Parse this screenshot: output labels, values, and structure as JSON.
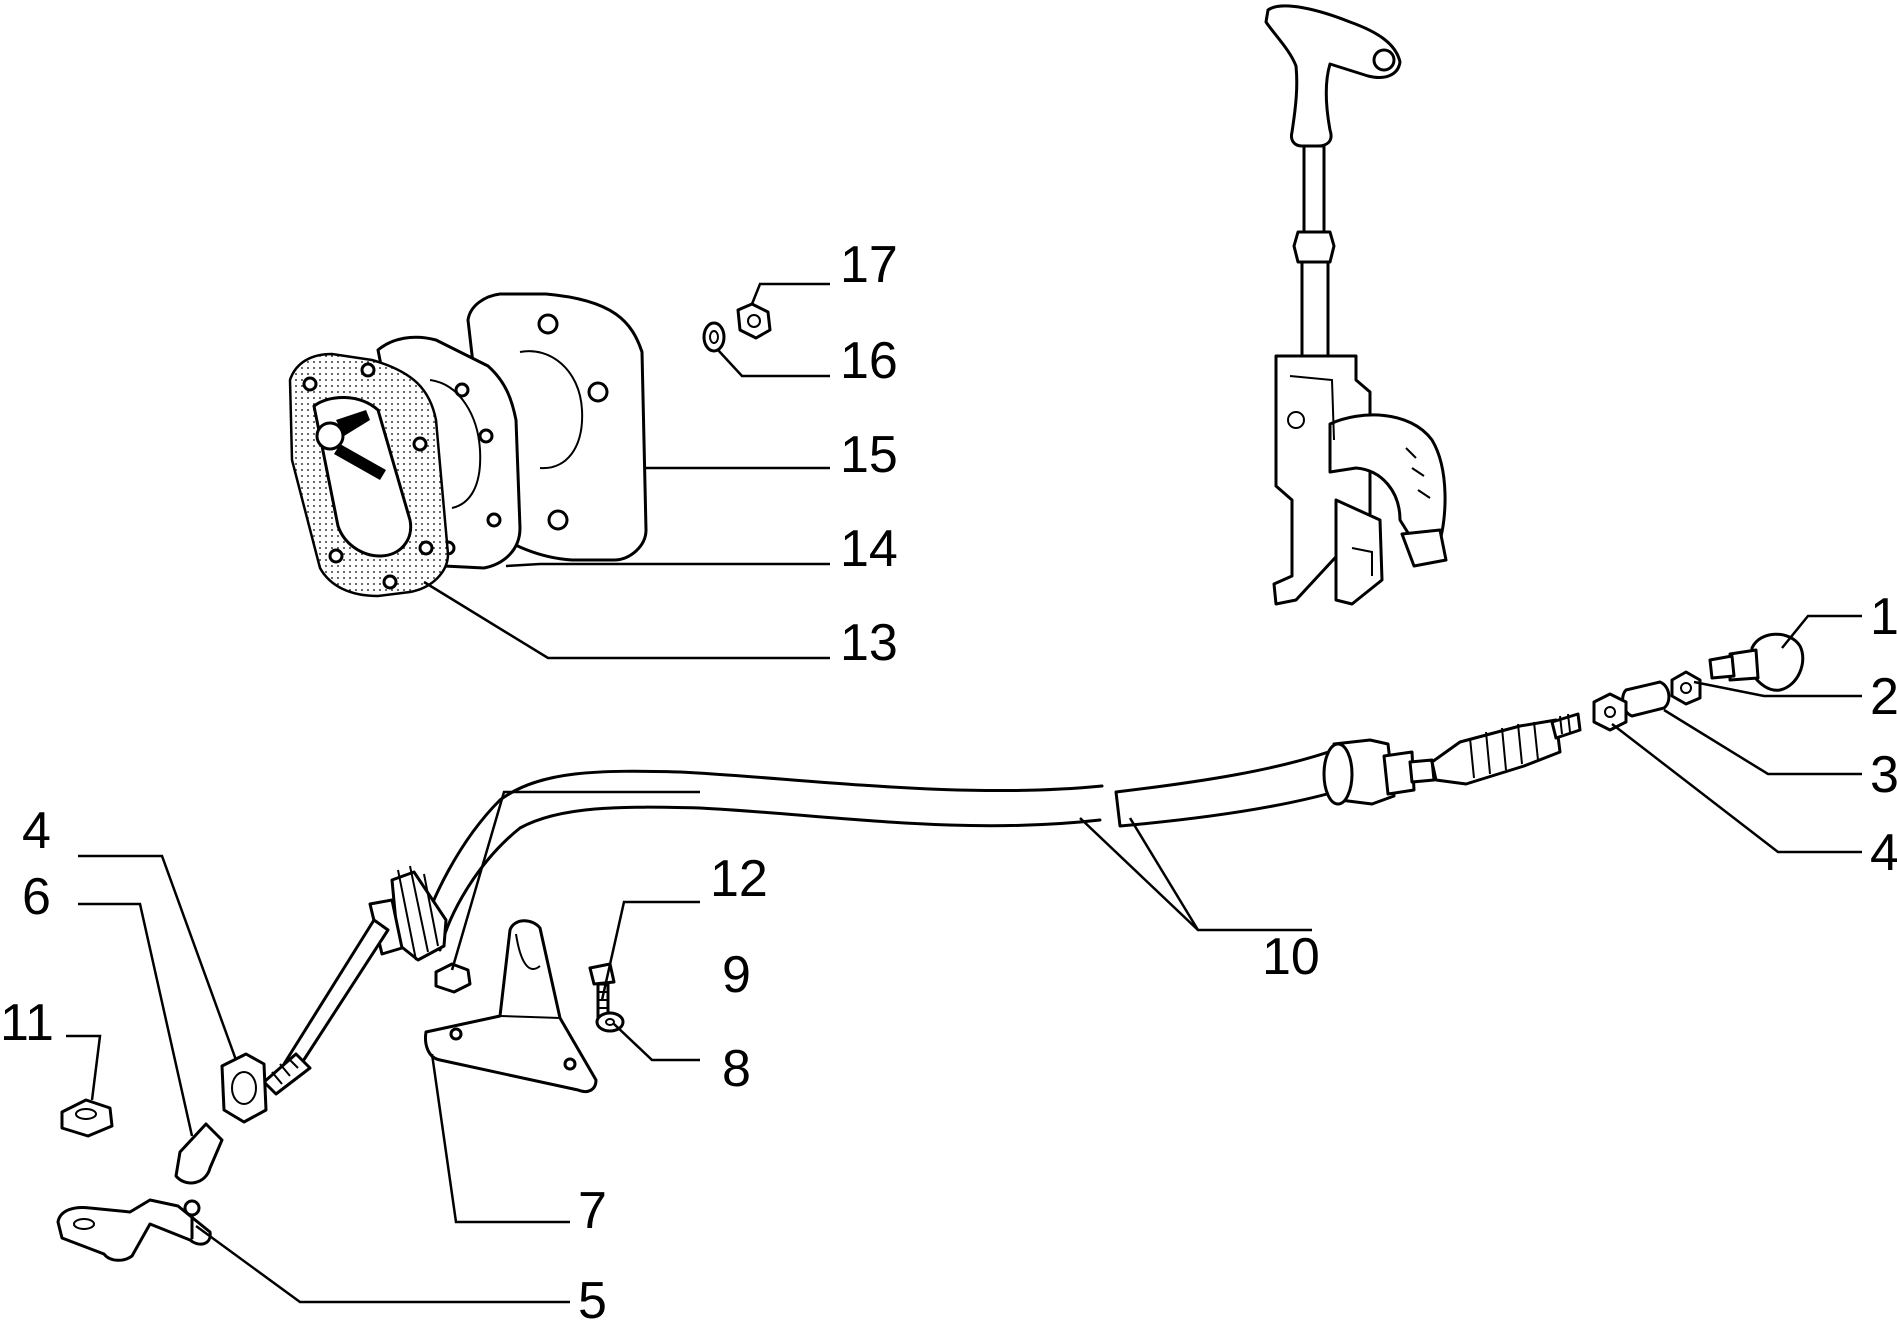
{
  "callouts": {
    "c1": "1",
    "c2": "2",
    "c3": "3",
    "c4_right": "4",
    "c4_left": "4",
    "c5": "5",
    "c6": "6",
    "c7": "7",
    "c8": "8",
    "c9": "9",
    "c10": "10",
    "c11": "11",
    "c12": "12",
    "c13": "13",
    "c14": "14",
    "c15": "15",
    "c16": "16",
    "c17": "17"
  }
}
